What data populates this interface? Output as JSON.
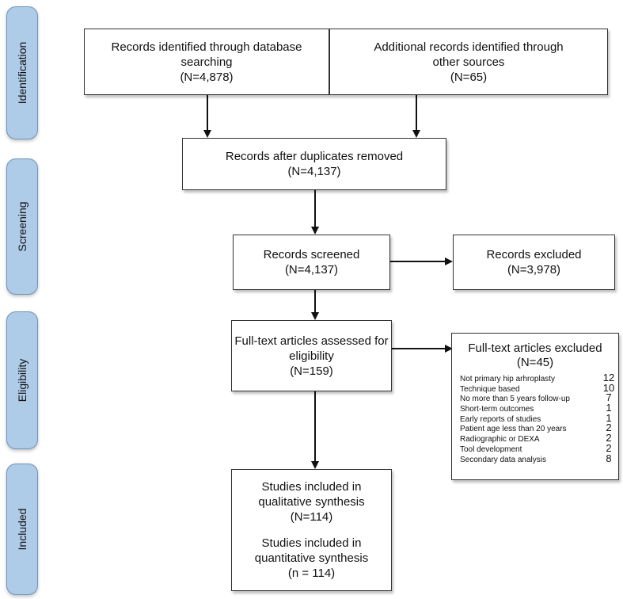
{
  "stages": {
    "identification": "Identification",
    "screening": "Screening",
    "eligibility": "Eligibility",
    "included": "Included"
  },
  "identified_db": {
    "line1": "Records identified through database",
    "line2": "searching",
    "n": "(N=4,878)"
  },
  "identified_other": {
    "line1": "Additional records identified through",
    "line2": "other sources",
    "n": "(N=65)"
  },
  "duplicates_removed": {
    "line1": "Records after duplicates removed",
    "n": "(N=4,137)"
  },
  "screened": {
    "line1": "Records screened",
    "n": "(N=4,137)"
  },
  "excluded": {
    "line1": "Records excluded",
    "n": "(N=3,978)"
  },
  "fulltext_assessed": {
    "line1": "Full-text articles assessed for",
    "line2": "eligibility",
    "n": "(N=159)"
  },
  "fulltext_excluded": {
    "title": "Full-text articles excluded",
    "n": "(N=45)",
    "reasons": [
      {
        "label": "Not primary hip arhroplasty",
        "count": "12"
      },
      {
        "label": "Technique based",
        "count": "10"
      },
      {
        "label": "No more than 5 years follow-up",
        "count": "7"
      },
      {
        "label": "Short-term outcomes",
        "count": "1"
      },
      {
        "label": "Early reports of studies",
        "count": "1"
      },
      {
        "label": "Patient age less than 20 years",
        "count": "2"
      },
      {
        "label": "Radiographic or DEXA",
        "count": "2"
      },
      {
        "label": "Tool development",
        "count": "2"
      },
      {
        "label": "Secondary data analysis",
        "count": "8"
      }
    ]
  },
  "included": {
    "qual_line1": "Studies included in",
    "qual_line2": "qualitative synthesis",
    "qual_n": "(N=114)",
    "quant_line1": "Studies included in",
    "quant_line2": "quantitative synthesis",
    "quant_n": "(n = 114)"
  }
}
